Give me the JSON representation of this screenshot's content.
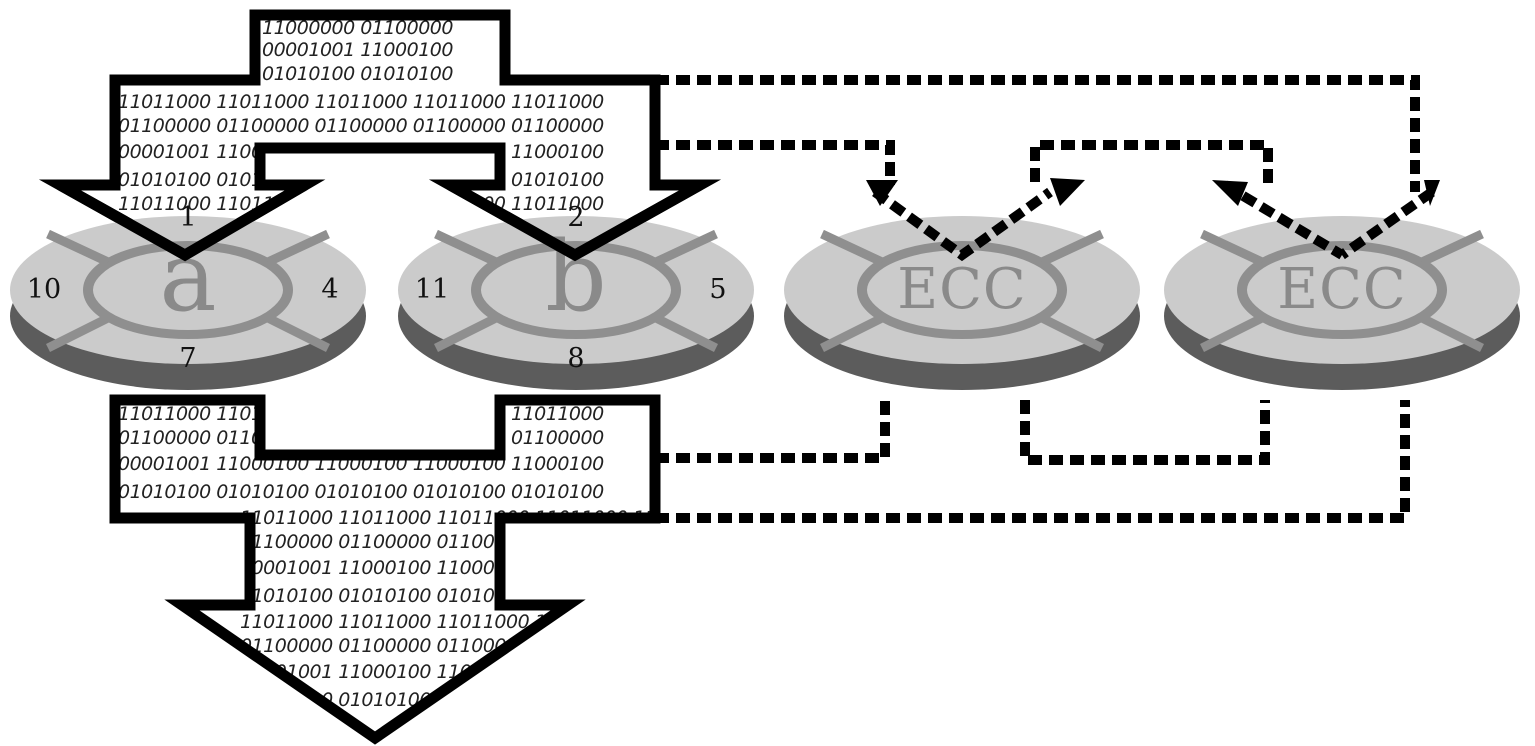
{
  "binary_rows": [
    "11000000 01100000",
    "00001001 11000100",
    "01010100 01010100",
    "11011000 11011000 11011000 11011000 11011000",
    "01100000 01100000 01100000 01100000 01100000",
    "00001001 11000100 11000100 11000100 11000100",
    "01010100 01010100 01010100 01010100 01010100"
  ],
  "disk_a": {
    "center": "a",
    "segments": {
      "top": "1",
      "right": "4",
      "bottom": "7",
      "left": "10"
    }
  },
  "disk_b": {
    "center": "b",
    "segments": {
      "top": "2",
      "right": "5",
      "bottom": "8",
      "left": "11"
    }
  },
  "ecc_disks": [
    {
      "center": "ECC"
    },
    {
      "center": "ECC"
    }
  ],
  "colors": {
    "disk_top": "#cbcbcb",
    "disk_side": "#5c5c5c",
    "groove": "#8f8f8f",
    "outline": "#000000",
    "label_gray": "#8a8a8a"
  }
}
